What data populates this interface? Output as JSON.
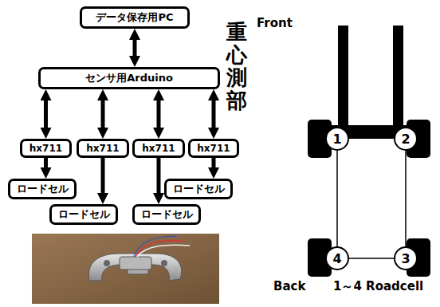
{
  "diagram": {
    "nodes": [
      {
        "text": [
          "データ保存用PC"
        ]
      },
      {
        "text": [
          "センサ用Arduino"
        ]
      },
      {
        "text": [
          "hx711"
        ]
      },
      {
        "text": [
          "hx711"
        ]
      },
      {
        "text": [
          "hx711"
        ]
      },
      {
        "text": [
          "hx711"
        ]
      },
      {
        "text": [
          "ロードセル"
        ]
      },
      {
        "text": [
          "ロードセル"
        ]
      },
      {
        "text": [
          "ロードセル"
        ]
      },
      {
        "text": [
          "ロードセル"
        ]
      },
      {
        "text": [
          "1"
        ]
      },
      {
        "text": [
          "2"
        ]
      },
      {
        "text": [
          "4"
        ]
      },
      {
        "text": [
          "3"
        ]
      }
    ],
    "edges": [
      {
        "from": 0,
        "to": 1,
        "arrow": "both"
      },
      {
        "from": 1,
        "to": 2,
        "arrow": "both"
      },
      {
        "from": 1,
        "to": 3,
        "arrow": "both"
      },
      {
        "from": 1,
        "to": 4,
        "arrow": "both"
      },
      {
        "from": 1,
        "to": 5,
        "arrow": "both"
      },
      {
        "from": 2,
        "to": 6,
        "arrow": "to"
      },
      {
        "from": 3,
        "to": 8,
        "arrow": "to"
      },
      {
        "from": 4,
        "to": 9,
        "arrow": "to"
      },
      {
        "from": 5,
        "to": 7,
        "arrow": "to"
      },
      {
        "from": 10,
        "to": 12,
        "arrow": "none"
      },
      {
        "from": 11,
        "to": 13,
        "arrow": "none"
      },
      {
        "from": 12,
        "to": 13,
        "arrow": "none"
      }
    ],
    "labels": [
      "重心測部",
      "Front",
      "Back",
      "1～4 Roadcell"
    ]
  }
}
